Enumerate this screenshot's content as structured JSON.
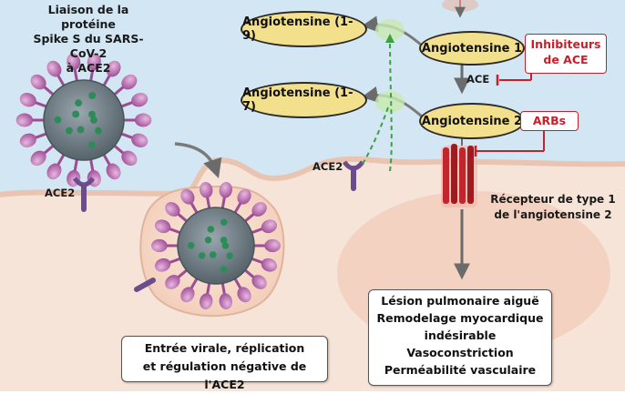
{
  "title_lines": [
    "Liaison de la protéine",
    "Spike S du SARS-CoV-2",
    "à ACE2"
  ],
  "angiotensins": {
    "at19": "Angiotensine (1-9)",
    "at17": "Angiotensine (1-7)",
    "at1": "Angiotensine 1",
    "at2": "Angiotensine 2"
  },
  "inhibitors": {
    "ace_inhibitors_lines": [
      "Inhibiteurs",
      "de ACE"
    ],
    "arbs": "ARBs"
  },
  "enzyme_labels": {
    "ace": "ACE",
    "ace2_membrane_right": "ACE2",
    "ace2_left": "ACE2"
  },
  "receptor_lines": [
    "Récepteur de type 1",
    "de l'angiotensine 2"
  ],
  "effects_lines": [
    "Lésion pulmonaire aiguë",
    "Remodelage myocardique",
    "indésirable",
    "Vasoconstriction",
    "Perméabilité vasculaire"
  ],
  "entry_lines": [
    "Entrée virale, réplication",
    "et régulation négative de l'ACE2"
  ],
  "colors": {
    "background_top": "#cfe3f2",
    "cell_interior": "#f3d9c8",
    "oval_fill": "#f3e08c",
    "inhibitor_red": "#c8202a",
    "virus_spike": "#b86aa8",
    "virus_core": "#6f7f88",
    "receptor_red": "#c0262c",
    "ace2_purple": "#6b4c8c",
    "dashed_green": "#3aa040"
  }
}
